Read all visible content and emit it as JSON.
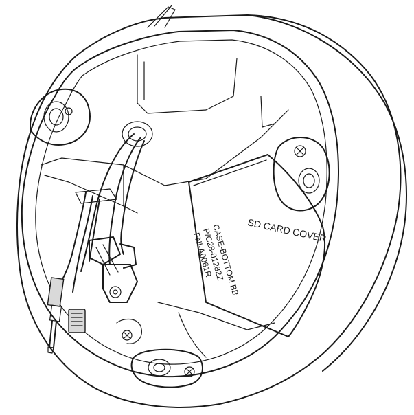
{
  "labels": {
    "sd_card_cover": "SD CARD COVER",
    "part_number": "FNI-A0061R",
    "part_code": "P/C28-01282Z",
    "case_name": "CASE-BOTTOM BB"
  }
}
